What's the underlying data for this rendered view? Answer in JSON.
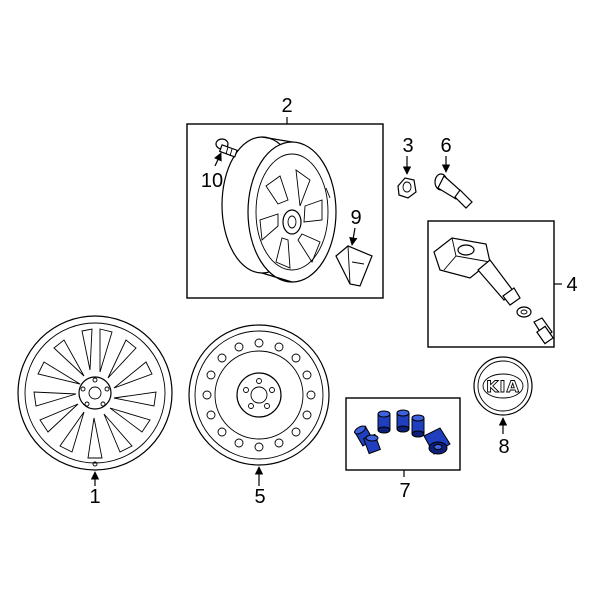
{
  "diagram": {
    "callouts": {
      "c1": "1",
      "c2": "2",
      "c3": "3",
      "c4": "4",
      "c5": "5",
      "c6": "6",
      "c7": "7",
      "c8": "8",
      "c9": "9",
      "c10": "10"
    },
    "center_cap_logo": "KIA",
    "colors": {
      "line": "#000000",
      "highlight": "#1f3fbf",
      "highlight_dark": "#0c1f7a",
      "background": "#ffffff"
    }
  }
}
